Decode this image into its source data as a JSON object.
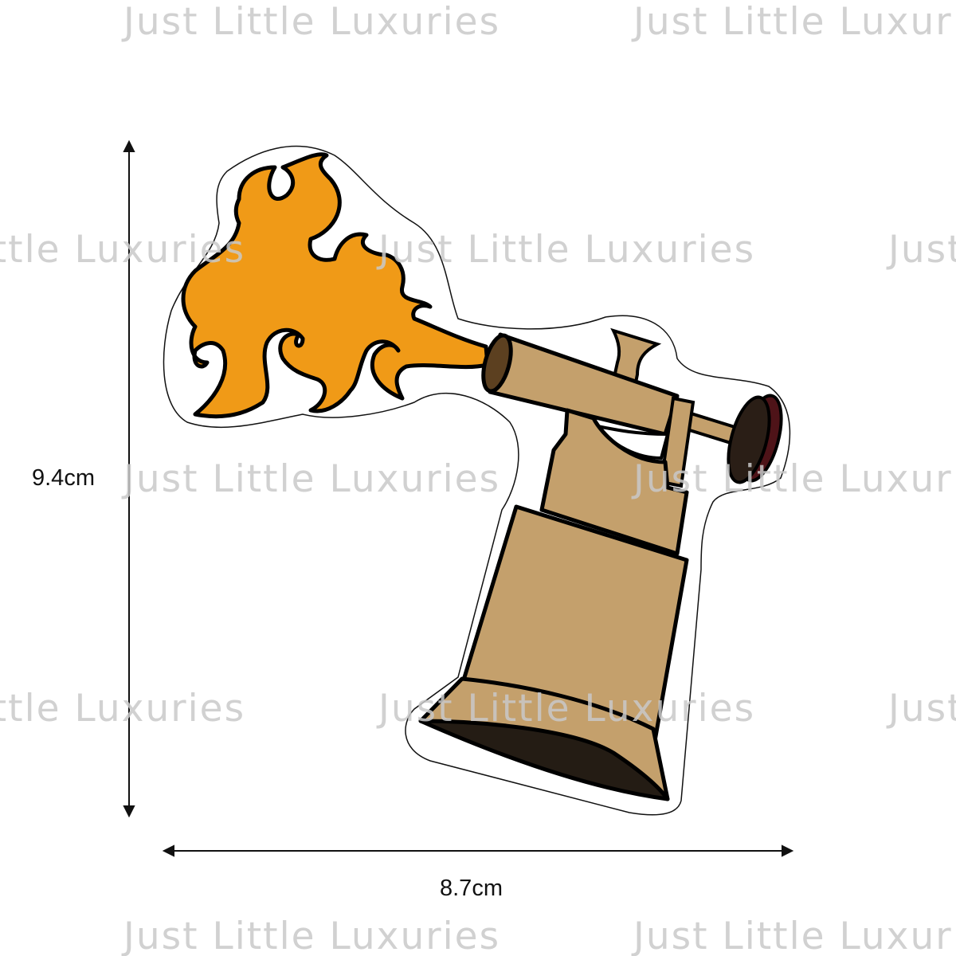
{
  "watermark": {
    "text": "Just Little Luxuries"
  },
  "dimensions": {
    "height_label": "9.4cm",
    "width_label": "8.7cm"
  },
  "colors": {
    "flame": "#F09A17",
    "brass": "#C4A06C",
    "dark_opening": "#241C14",
    "nozzle": "#5C4020",
    "knob_dark": "#2A1E16",
    "knob_red": "#4E1318",
    "outline": "#000000"
  }
}
